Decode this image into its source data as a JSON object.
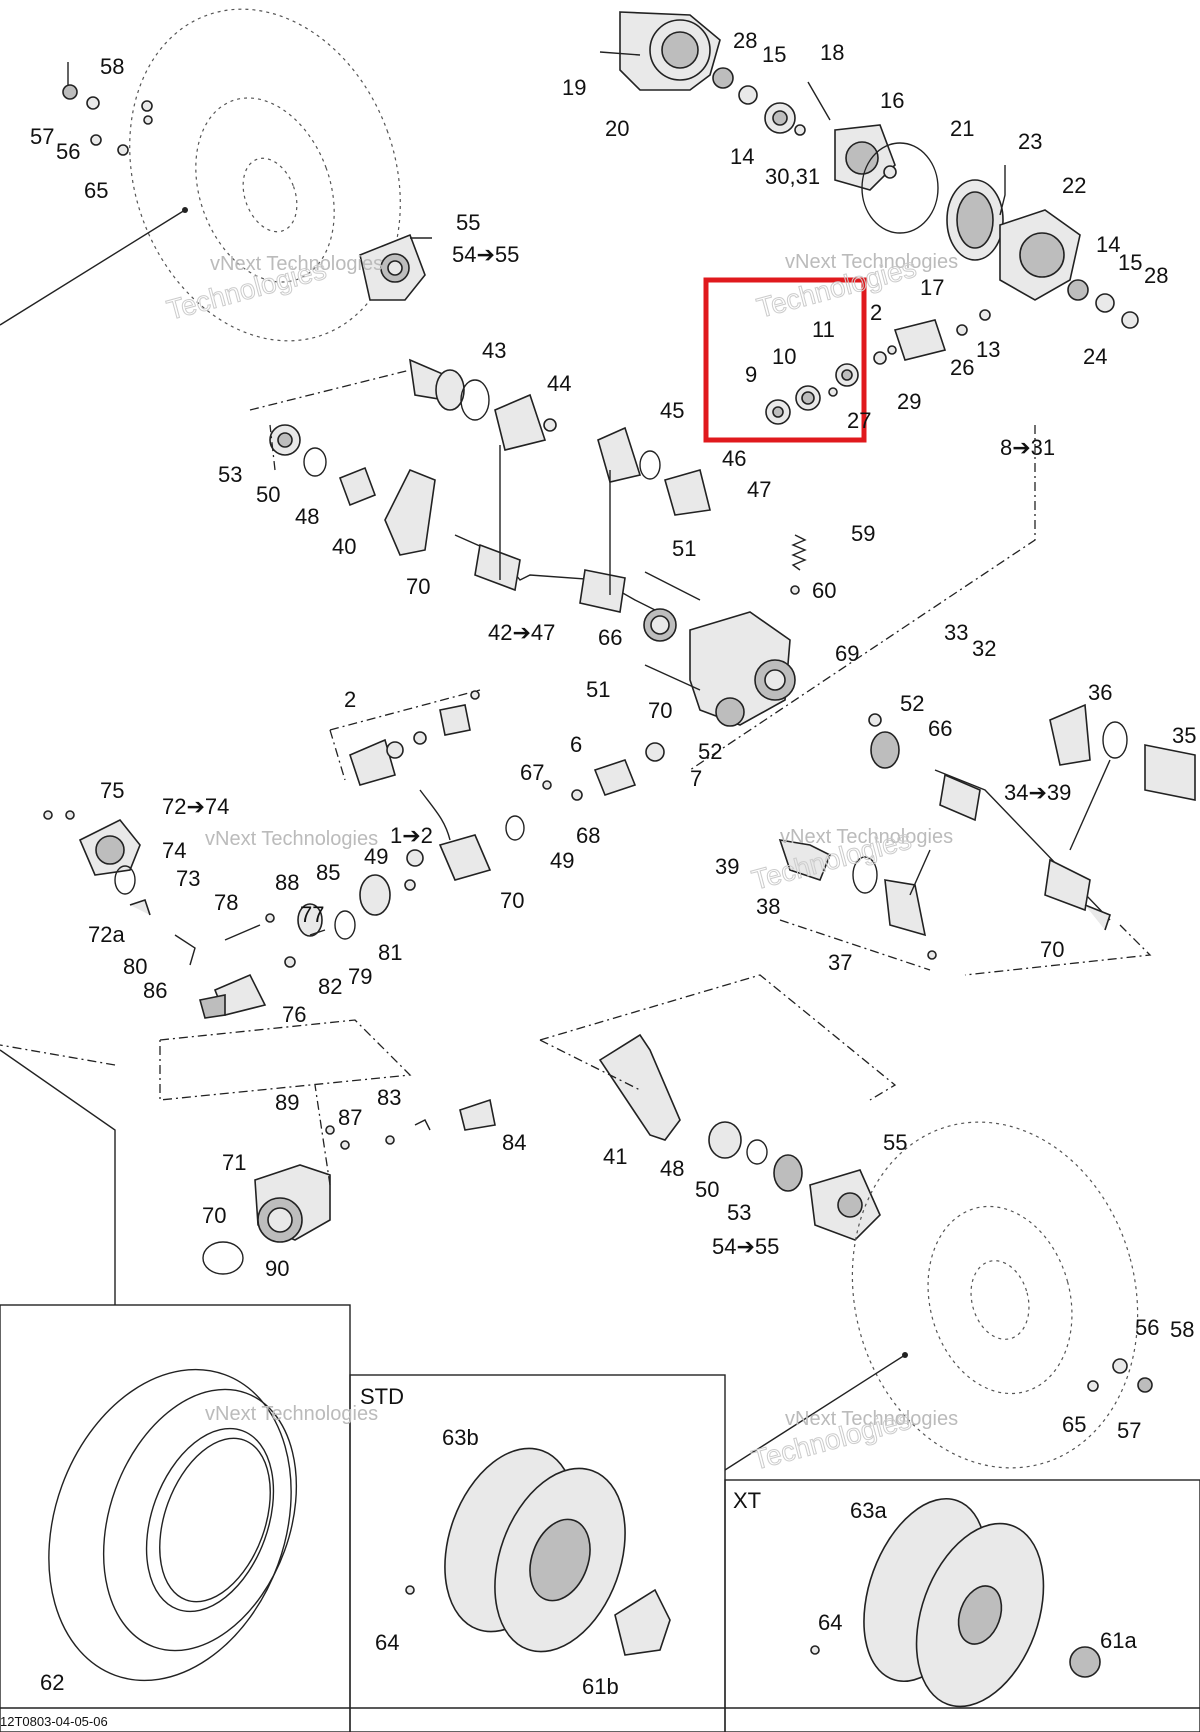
{
  "callouts": [
    "58",
    "57",
    "56",
    "65",
    "55",
    "54➔55",
    "43",
    "44",
    "53",
    "50",
    "48",
    "40",
    "70",
    "42➔47",
    "45",
    "46",
    "47",
    "66",
    "51",
    "59",
    "60",
    "69",
    "19",
    "20",
    "28",
    "15",
    "14",
    "30,31",
    "18",
    "16",
    "21",
    "23",
    "22",
    "17",
    "14",
    "15",
    "28",
    "24",
    "13",
    "26",
    "2",
    "29",
    "27",
    "11",
    "10",
    "9",
    "8➔31",
    "51",
    "52",
    "70",
    "6",
    "7",
    "52",
    "66",
    "33",
    "32",
    "36",
    "35",
    "34➔39",
    "39",
    "38",
    "37",
    "70",
    "2",
    "1➔2",
    "67",
    "68",
    "49",
    "49",
    "70",
    "85",
    "88",
    "77",
    "81",
    "79",
    "82",
    "76",
    "78",
    "80",
    "86",
    "75",
    "72➔74",
    "74",
    "73",
    "72a",
    "89",
    "87",
    "83",
    "84",
    "71",
    "70",
    "90",
    "41",
    "48",
    "50",
    "53",
    "55",
    "54➔55",
    "56",
    "58",
    "65",
    "57",
    "63b",
    "64",
    "61b",
    "62",
    "63a",
    "64",
    "61a"
  ],
  "section_labels": {
    "std": "STD",
    "xt": "XT"
  },
  "watermark": {
    "line1": "vNext Technologies",
    "line2": "Technologies"
  },
  "footer_code": "12T0803-04-05-06",
  "highlight_color": "#e0191d"
}
